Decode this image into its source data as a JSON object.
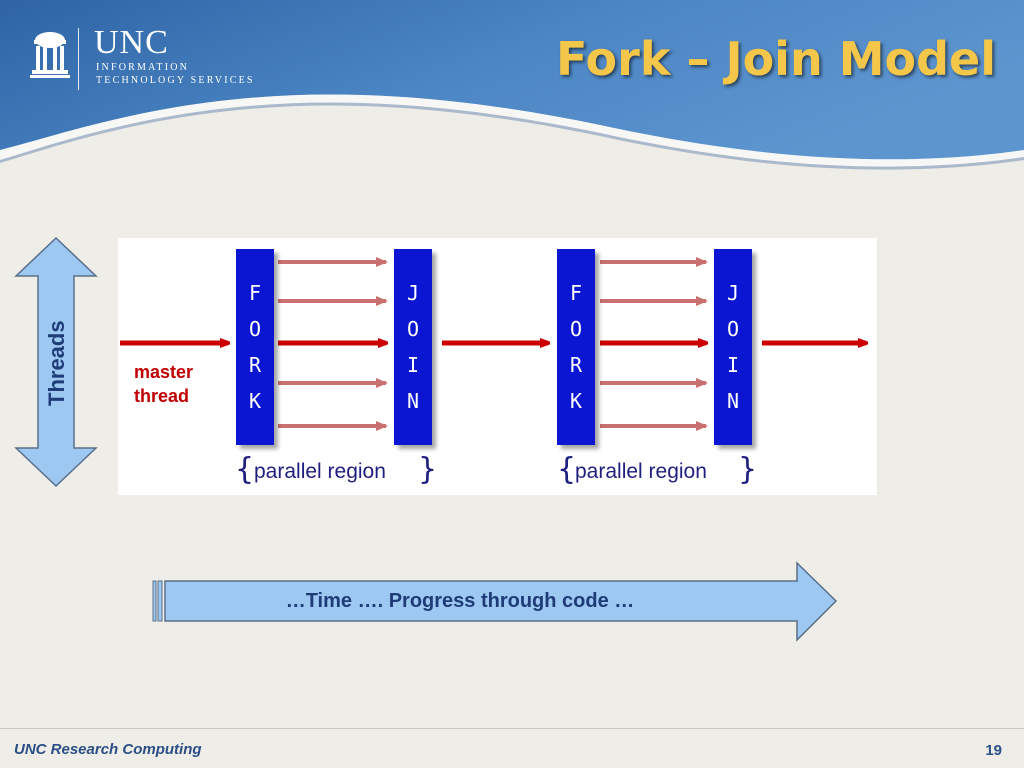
{
  "header": {
    "logo": {
      "name": "UNC",
      "line1": "INFORMATION",
      "line2": "TECHNOLOGY SERVICES",
      "icon": "old-well-icon"
    },
    "title": "Fork – Join Model"
  },
  "diagram": {
    "threads_label": "Threads",
    "master_label_line1": "master",
    "master_label_line2": "thread",
    "stages": [
      {
        "fork_letters": [
          "F",
          "O",
          "R",
          "K"
        ],
        "join_letters": [
          "J",
          "O",
          "I",
          "N"
        ],
        "region_label": "parallel region"
      },
      {
        "fork_letters": [
          "F",
          "O",
          "R",
          "K"
        ],
        "join_letters": [
          "J",
          "O",
          "I",
          "N"
        ],
        "region_label": "parallel region"
      }
    ],
    "time_label": "…Time …. Progress through code …"
  },
  "footer": {
    "text": "UNC Research Computing",
    "page_number": "19"
  },
  "colors": {
    "header_blue": "#3f78b8",
    "title_gold": "#f4c64a",
    "block_blue": "#0a16d2",
    "master_red": "#c00000",
    "thread_arrow": "#c97070",
    "light_arrow": "#9cc8f2"
  }
}
